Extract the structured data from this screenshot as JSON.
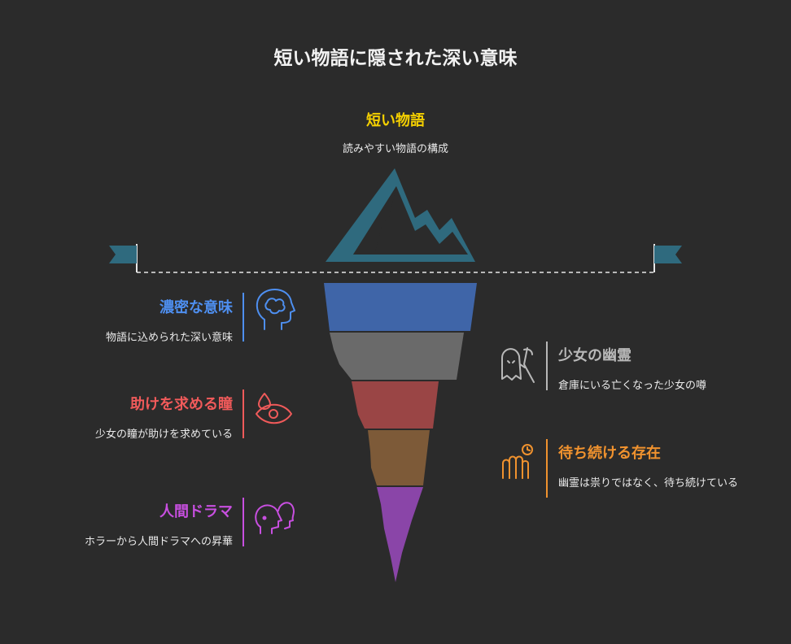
{
  "title": "短い物語に隠された深い意味",
  "tip": {
    "title": "短い物語",
    "description": "読みやすい物語の構成",
    "color": "#f5d000"
  },
  "left_items": [
    {
      "title": "濃密な意味",
      "description": "物語に込められた深い意味",
      "color": "#4e8ff0",
      "icon": "brain-head-icon"
    },
    {
      "title": "助けを求める瞳",
      "description": "少女の瞳が助けを求めている",
      "color": "#f05a5a",
      "icon": "eye-tear-icon"
    },
    {
      "title": "人間ドラマ",
      "description": "ホラーから人間ドラマへの昇華",
      "color": "#c84fe0",
      "icon": "two-heads-icon"
    }
  ],
  "right_items": [
    {
      "title": "少女の幽霊",
      "description": "倉庫にいる亡くなった少女の噂",
      "color": "#b8b8b8",
      "icon": "ghost-reaper-icon"
    },
    {
      "title": "待ち続ける存在",
      "description": "幽霊は祟りではなく、待ち続けている",
      "color": "#f0922e",
      "icon": "waiting-fingers-icon"
    }
  ],
  "layers": [
    {
      "name": "layer-1",
      "color": "#3f65a8"
    },
    {
      "name": "layer-2",
      "color": "#6a6a6a"
    },
    {
      "name": "layer-3",
      "color": "#9a4545"
    },
    {
      "name": "layer-4",
      "color": "#7d5a38"
    },
    {
      "name": "layer-5",
      "color": "#8a45a8"
    }
  ],
  "accent": {
    "mountain": "#2f6a7e",
    "flag": "#2f6a7e",
    "waterline": "#e8e8e8"
  }
}
